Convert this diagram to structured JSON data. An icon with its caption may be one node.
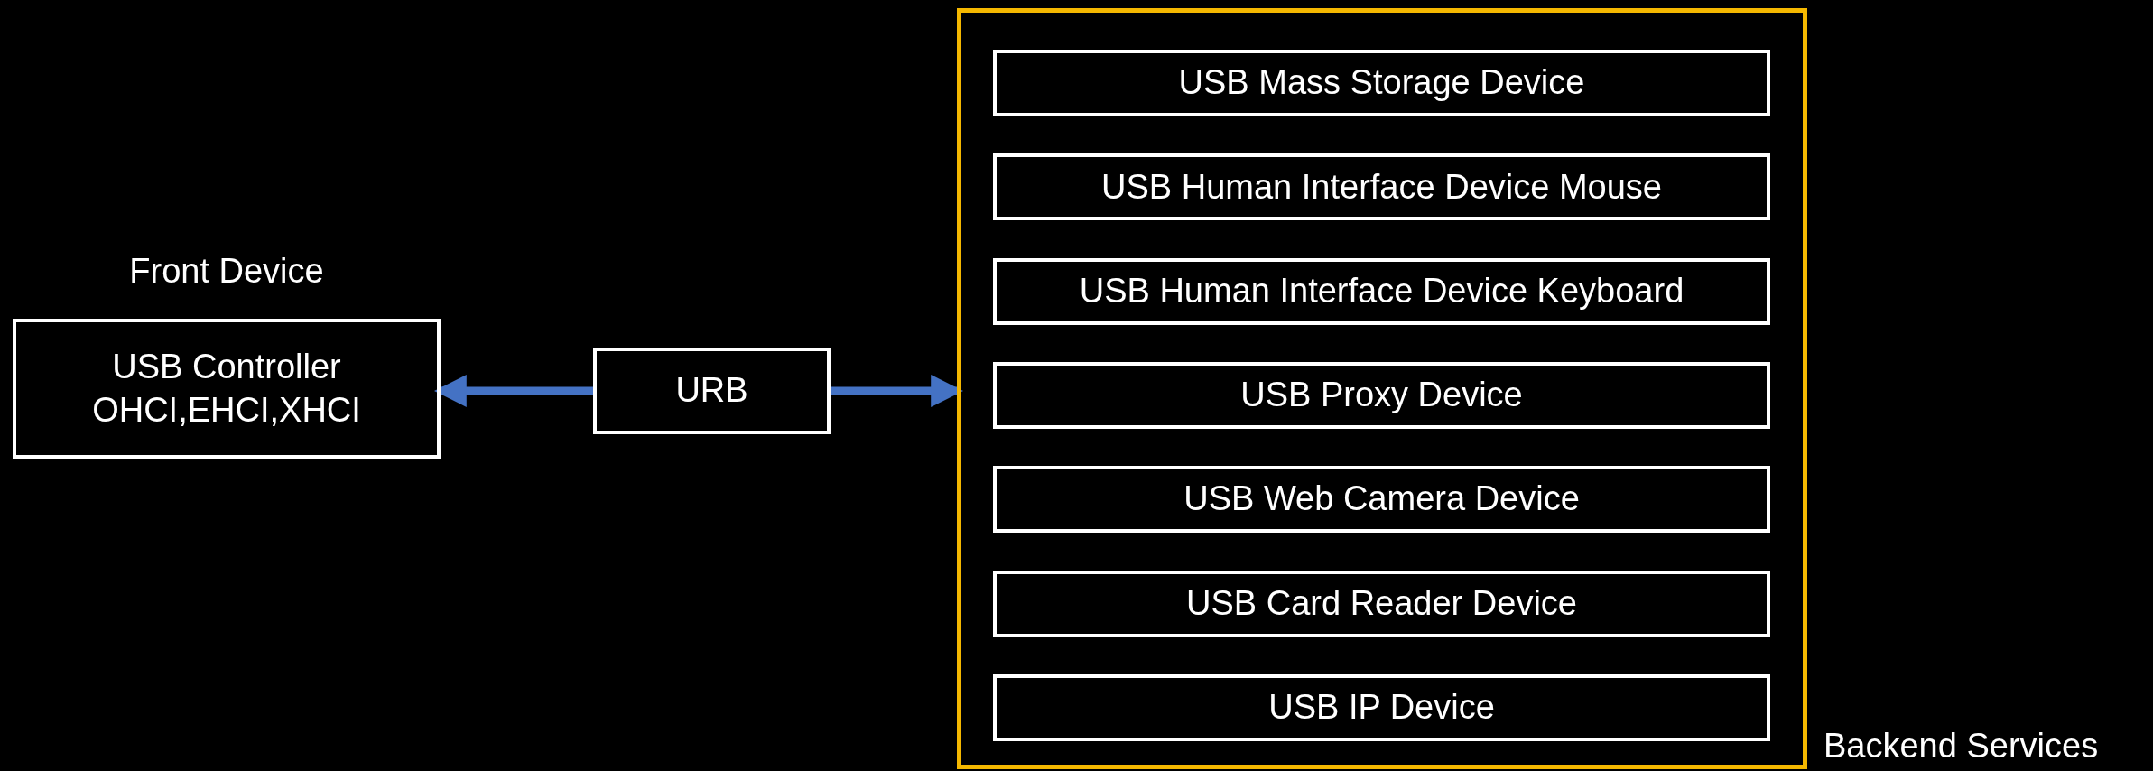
{
  "diagram": {
    "nodes": [
      {
        "text": [
          "Front Device",
          "USB Controller OHCI,EHCI,XHCI"
        ]
      },
      {
        "text": [
          "URB"
        ]
      },
      {
        "text": [
          "Backend Services"
        ]
      },
      {
        "text": [
          "USB Mass Storage Device"
        ],
        "in": 2
      },
      {
        "text": [
          "USB Human Interface Device Mouse"
        ],
        "in": 2
      },
      {
        "text": [
          "USB Human Interface Device Keyboard"
        ],
        "in": 2
      },
      {
        "text": [
          "USB Proxy Device"
        ],
        "in": 2
      },
      {
        "text": [
          "USB Web Camera Device"
        ],
        "in": 2
      },
      {
        "text": [
          "USB Card Reader Device"
        ],
        "in": 2
      },
      {
        "text": [
          "USB IP Device"
        ],
        "in": 2
      }
    ],
    "edges": [
      {
        "from": 1,
        "to": 0,
        "arrow": "to"
      },
      {
        "from": 1,
        "to": 2,
        "arrow": "to"
      }
    ]
  }
}
